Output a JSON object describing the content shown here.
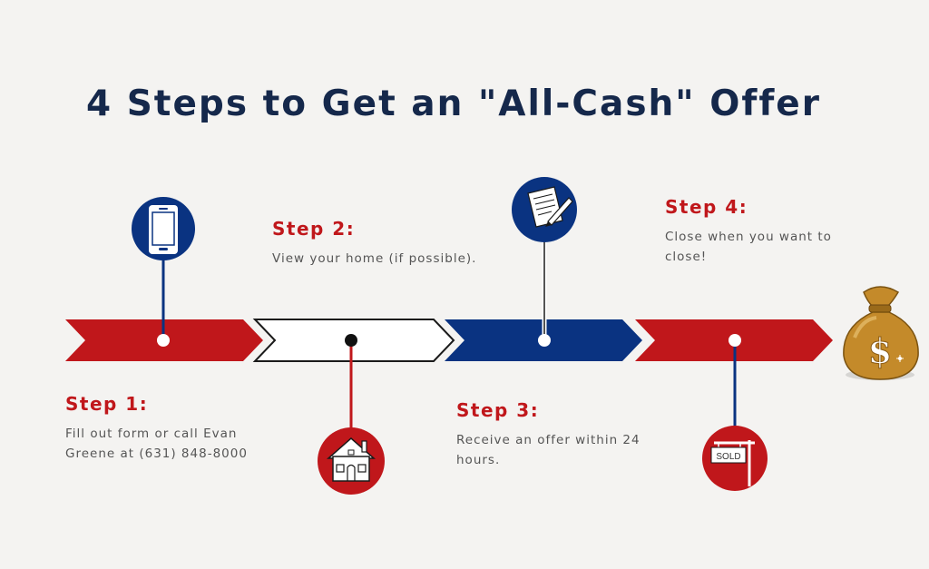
{
  "title": "4 Steps to Get an \"All-Cash\" Offer",
  "colors": {
    "red": "#c0171b",
    "navy": "#0a3381",
    "title_navy": "#15284b",
    "money_bag_gold": "#c48a2a"
  },
  "steps": [
    {
      "label": "Step 1:",
      "text": "Fill out form or call Evan Greene at (631) 848-8000",
      "icon": "phone-icon"
    },
    {
      "label": "Step 2:",
      "text": "View your home (if possible).",
      "icon": "house-icon"
    },
    {
      "label": "Step 3:",
      "text": "Receive an offer within 24 hours.",
      "icon": "document-icon"
    },
    {
      "label": "Step 4:",
      "text": "Close when you want to close!",
      "icon": "sold-sign-icon"
    }
  ],
  "sold_sign_text": "SOLD",
  "end_icon": "money-bag-icon"
}
